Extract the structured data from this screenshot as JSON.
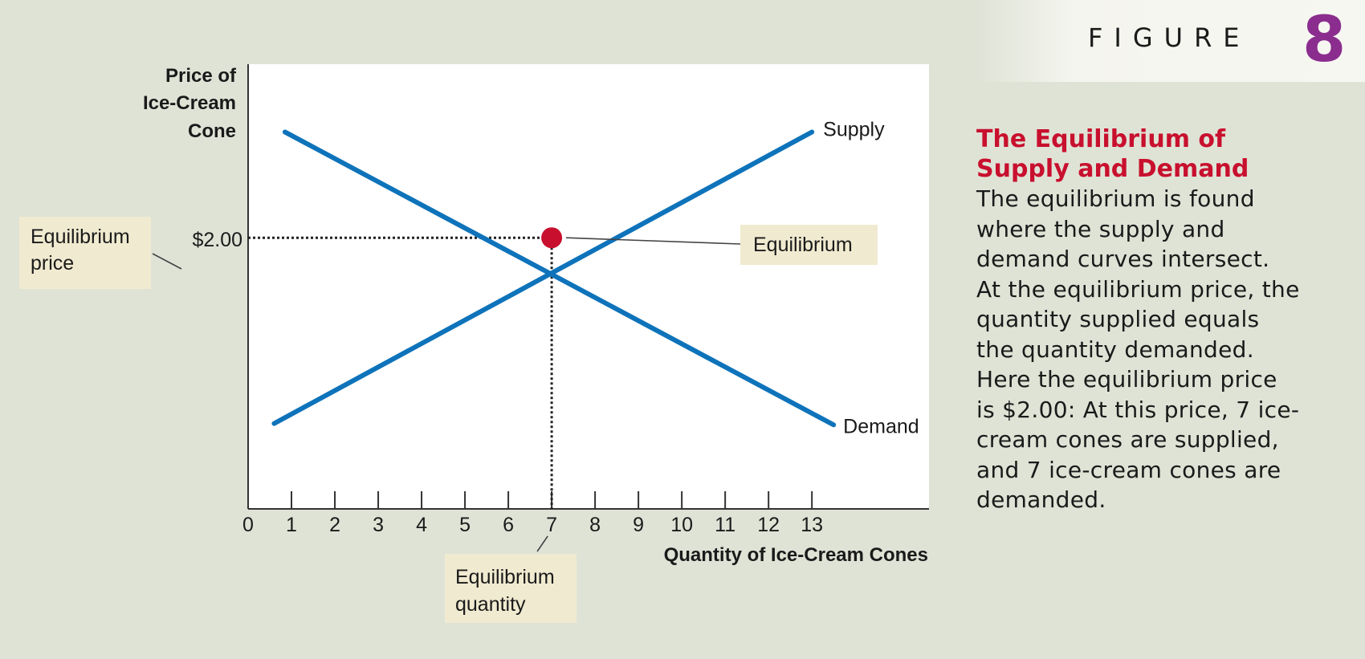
{
  "figure": {
    "word": "FIGURE",
    "number": "8"
  },
  "side_panel": {
    "title_line1": "The Equilibrium of",
    "title_line2": "Supply and Demand",
    "body_lines": [
      "The equilibrium is found",
      "where the supply and",
      "demand curves intersect.",
      "At the equilibrium price, the",
      "quantity supplied equals",
      "the quantity demanded.",
      "Here the equilibrium price",
      "is $2.00: At this price, 7 ice-",
      "cream cones are supplied,",
      "and 7 ice-cream cones are",
      "demanded."
    ]
  },
  "annotations": {
    "equilibrium": "Equilibrium",
    "eq_price_line1": "Equilibrium",
    "eq_price_line2": "price",
    "eq_qty_line1": "Equilibrium",
    "eq_qty_line2": "quantity"
  },
  "colors": {
    "curve": "#0e73ba",
    "equilibrium_point": "#c8102e",
    "callout_bg": "#f0ead0",
    "title_red": "#c8102e",
    "figure_purple": "#8b2d8e"
  },
  "chart_data": {
    "type": "line",
    "title": "",
    "ylabel_lines": [
      "Price of",
      "Ice-Cream",
      "Cone"
    ],
    "xlabel": "Quantity of Ice-Cream Cones",
    "x_ticks": [
      "0",
      "1",
      "2",
      "3",
      "4",
      "5",
      "6",
      "7",
      "8",
      "9",
      "10",
      "11",
      "12",
      "13"
    ],
    "y_tick_labels": [
      "$2.00"
    ],
    "y_tick_values": [
      2.0
    ],
    "xlim": [
      0,
      15.7
    ],
    "ylim": [
      0,
      3.28
    ],
    "grid": false,
    "series": [
      {
        "name": "Supply",
        "x": [
          0.6,
          13.0
        ],
        "y": [
          0.63,
          2.78
        ]
      },
      {
        "name": "Demand",
        "x": [
          0.85,
          13.5
        ],
        "y": [
          2.78,
          0.62
        ]
      }
    ],
    "equilibrium": {
      "x": 7,
      "y": 2.0
    }
  }
}
